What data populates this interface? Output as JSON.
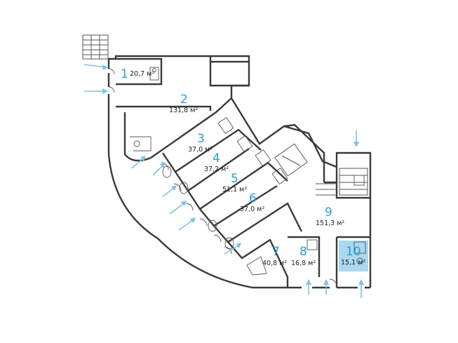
{
  "rooms": [
    {
      "id": "1",
      "area": "20,7 м²"
    },
    {
      "id": "2",
      "area": "131,8 м²"
    },
    {
      "id": "3",
      "area": "37,0 м²"
    },
    {
      "id": "4",
      "area": "37,2 м²"
    },
    {
      "id": "5",
      "area": "51,1 м²"
    },
    {
      "id": "6",
      "area": "37,0 м²"
    },
    {
      "id": "7",
      "area": "40,8 м²"
    },
    {
      "id": "8",
      "area": "16,8 м²"
    },
    {
      "id": "9",
      "area": "151,3 м²"
    },
    {
      "id": "10",
      "area": "15,1 м²"
    }
  ],
  "colors": {
    "label": "#2b9fd0",
    "arrow": "#7cc3e3",
    "highlight": "#a9d8ef",
    "wall": "#3a3a3a"
  }
}
